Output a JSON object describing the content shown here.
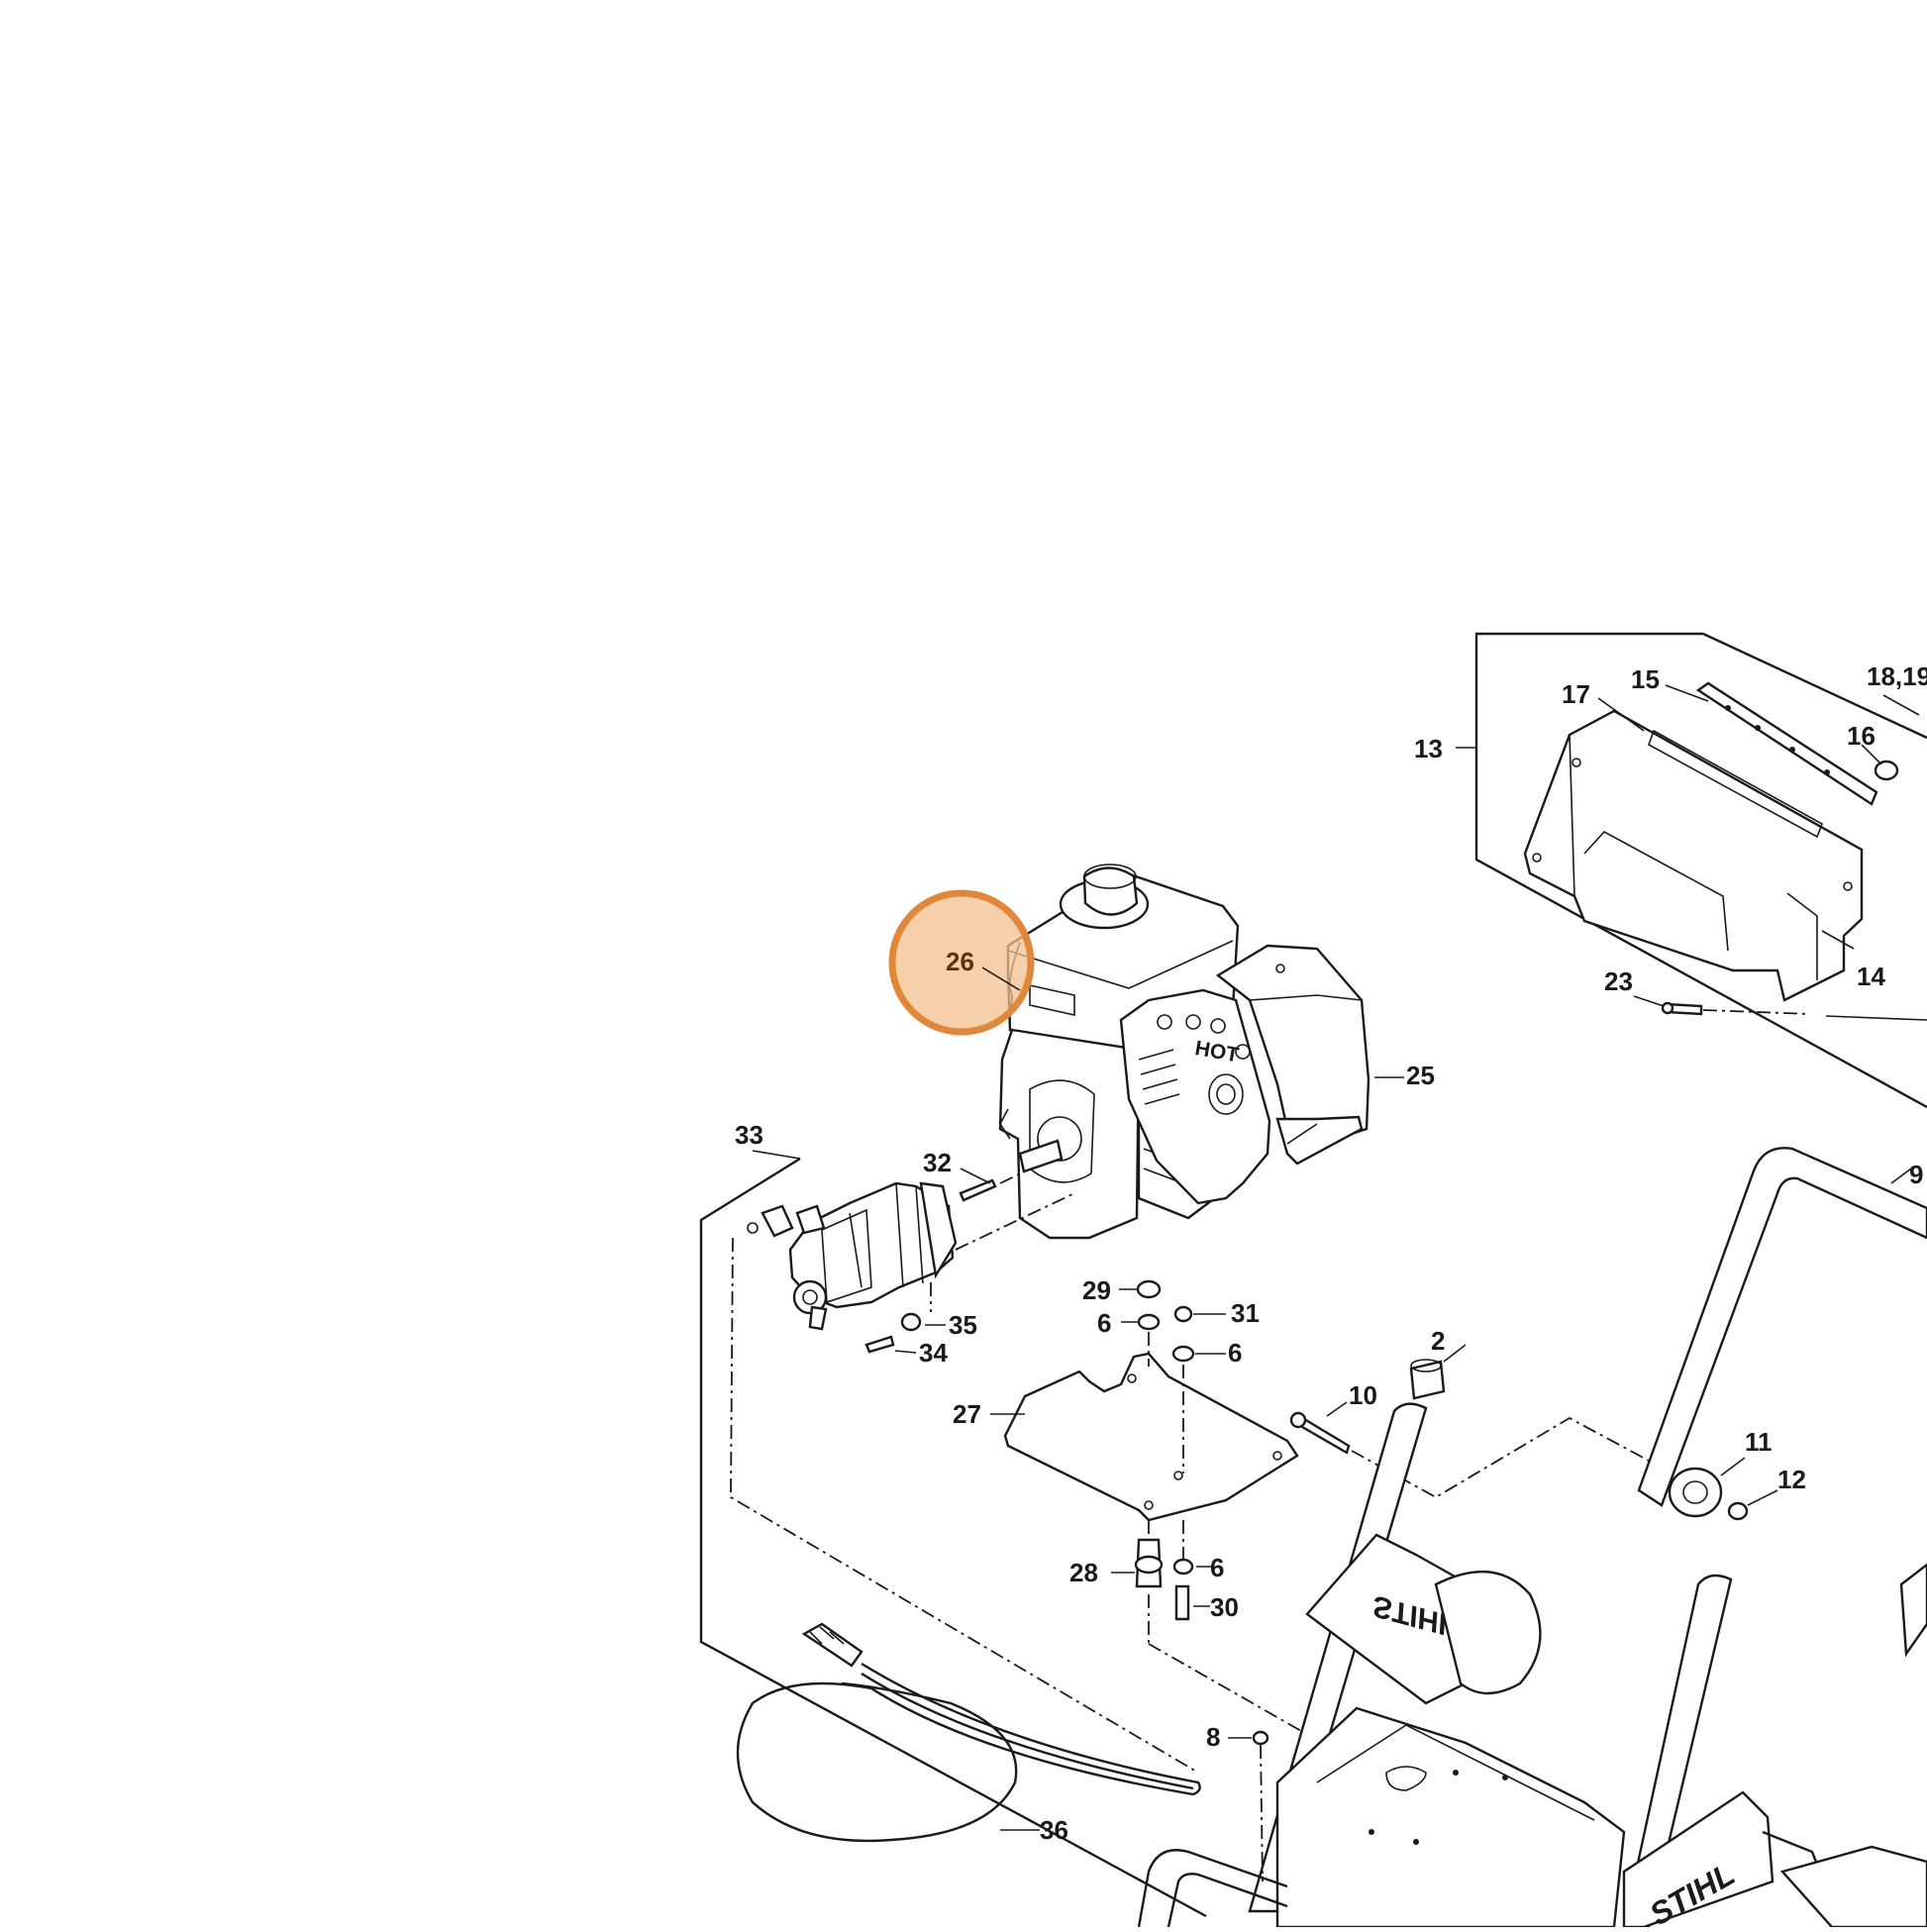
{
  "diagram": {
    "brand_logo": "STIHL",
    "engine_warning": "HOT",
    "highlight": {
      "callout": "26",
      "color": "#e0883a",
      "fill": "#f2c08f"
    },
    "callouts": {
      "c2": "2",
      "c6a": "6",
      "c6b": "6",
      "c6c": "6",
      "c8": "8",
      "c9": "9",
      "c10": "10",
      "c11": "11",
      "c12": "12",
      "c13": "13",
      "c14": "14",
      "c15": "15",
      "c16": "16",
      "c17": "17",
      "c18_19": "18,19",
      "c23": "23",
      "c25": "25",
      "c26": "26",
      "c27": "27",
      "c28": "28",
      "c29": "29",
      "c30": "30",
      "c31": "31",
      "c32": "32",
      "c33": "33",
      "c34": "34",
      "c35": "35",
      "c36": "36"
    }
  }
}
